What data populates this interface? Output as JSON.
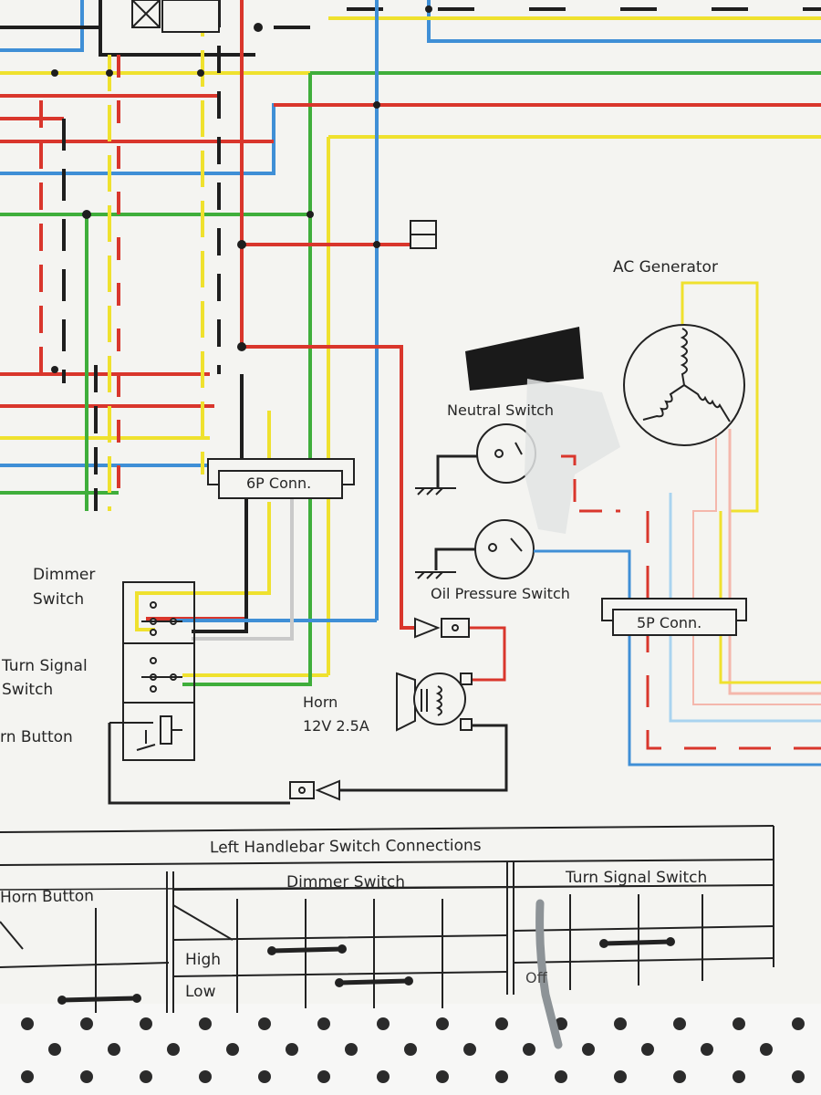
{
  "labels": {
    "ac_generator": "AC Generator",
    "neutral_switch": "Neutral Switch",
    "oil_pressure_switch": "Oil Pressure Switch",
    "conn_6p": "6P Conn.",
    "conn_5p": "5P Conn.",
    "dimmer_switch_1": "Dimmer",
    "dimmer_switch_2": "Switch",
    "turn_signal_1": "Turn Signal",
    "turn_signal_2": "Switch",
    "horn_button": "rn Button",
    "horn_1": "Horn",
    "horn_2": "12V 2.5A"
  },
  "table": {
    "title": "Left Handlebar Switch Connections",
    "col_horn_button": "Horn Button",
    "col_dimmer_switch": "Dimmer Switch",
    "col_turn_signal_switch": "Turn Signal Switch",
    "row_high": "High",
    "row_low": "Low",
    "row_off": "Off"
  },
  "colors": {
    "red": "#d9362c",
    "blue": "#3f8fd6",
    "yellow": "#efe12e",
    "green": "#3fae3b",
    "black": "#1e1e1e",
    "pink": "#f4b7ac",
    "lightblue": "#a9d3ef",
    "ink": "#222222"
  }
}
